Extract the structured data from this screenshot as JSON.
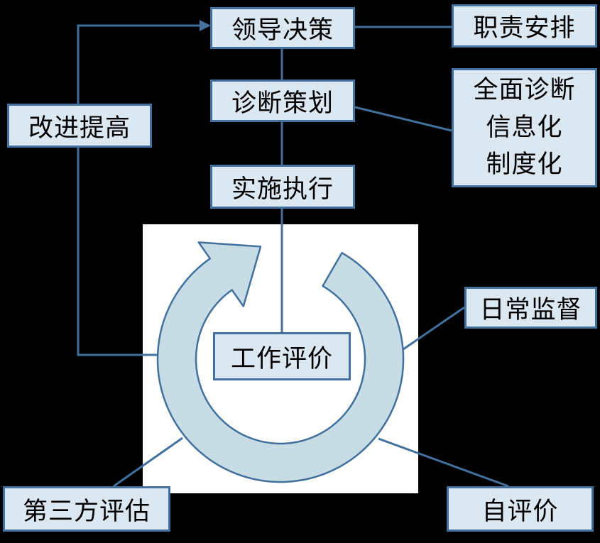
{
  "diagram": {
    "nodes": {
      "leadership": {
        "label": "领导决策"
      },
      "duty": {
        "label": "职责安排"
      },
      "planning": {
        "label": "诊断策划"
      },
      "detail": {
        "lines": [
          "全面诊断",
          "信息化",
          "制度化"
        ]
      },
      "improve": {
        "label": "改进提高"
      },
      "implement": {
        "label": "实施执行"
      },
      "evaluation": {
        "label": "工作评价"
      },
      "daily": {
        "label": "日常监督"
      },
      "third_party": {
        "label": "第三方评估"
      },
      "self_eval": {
        "label": "自评价"
      }
    },
    "colors": {
      "background": "#000000",
      "panel": "#ffffff",
      "node_fill": "#dbe8f1",
      "node_border": "#41719c",
      "connector": "#41719c",
      "cycle_fill": "#c8dce6",
      "cycle_border": "#41719c",
      "text": "#000000"
    }
  }
}
